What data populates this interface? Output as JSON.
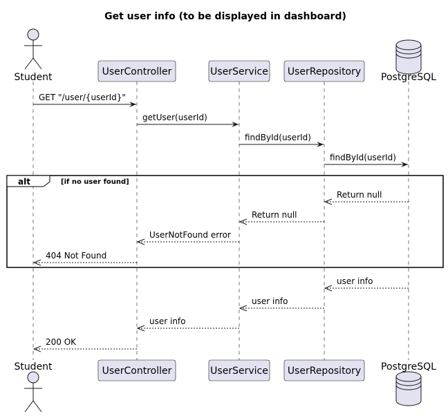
{
  "title": "Get user info (to be displayed in dashboard)",
  "participants": [
    {
      "id": "student",
      "label": "Student",
      "kind": "actor"
    },
    {
      "id": "controller",
      "label": "UserController",
      "kind": "participant"
    },
    {
      "id": "service",
      "label": "UserService",
      "kind": "participant"
    },
    {
      "id": "repository",
      "label": "UserRepository",
      "kind": "participant"
    },
    {
      "id": "db",
      "label": "PostgreSQL",
      "kind": "database"
    }
  ],
  "messages": [
    {
      "from": "student",
      "to": "controller",
      "label": "GET \"/user/{userId}\"",
      "style": "solid"
    },
    {
      "from": "controller",
      "to": "service",
      "label": "getUser(userId)",
      "style": "solid"
    },
    {
      "from": "service",
      "to": "repository",
      "label": "findById(userId)",
      "style": "solid"
    },
    {
      "from": "repository",
      "to": "db",
      "label": "findById(userId)",
      "style": "solid"
    },
    {
      "from": "db",
      "to": "repository",
      "label": "Return null",
      "style": "dashed"
    },
    {
      "from": "repository",
      "to": "service",
      "label": "Return null",
      "style": "dashed"
    },
    {
      "from": "service",
      "to": "controller",
      "label": "UserNotFound error",
      "style": "dashed"
    },
    {
      "from": "controller",
      "to": "student",
      "label": "404 Not Found",
      "style": "dashed"
    },
    {
      "from": "db",
      "to": "repository",
      "label": "user info",
      "style": "dashed"
    },
    {
      "from": "repository",
      "to": "service",
      "label": "user info",
      "style": "dashed"
    },
    {
      "from": "service",
      "to": "controller",
      "label": "user info",
      "style": "dashed"
    },
    {
      "from": "controller",
      "to": "student",
      "label": "200 OK",
      "style": "dashed"
    }
  ],
  "alt_fragment": {
    "label": "alt",
    "guard": "[if no user found]",
    "first_message": 4,
    "last_message": 7
  }
}
